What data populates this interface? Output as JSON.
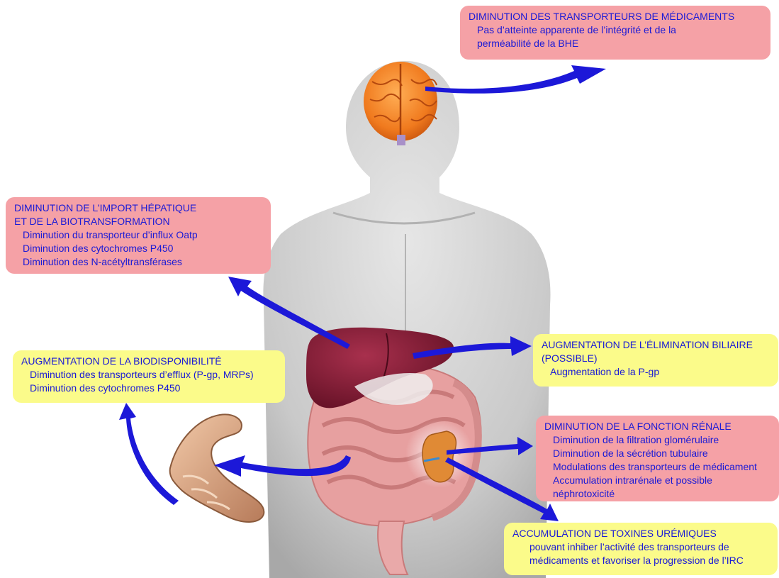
{
  "boxes": {
    "bhe": {
      "title": "DIMINUTION DES TRANSPORTEURS DE MÉDICAMENTS",
      "lines": [
        "Pas d’atteinte apparente de l’intégrité et de la",
        "perméabilité de la BHE"
      ]
    },
    "liver": {
      "title_lines": [
        "DIMINUTION DE L’IMPORT HÉPATIQUE",
        "ET DE LA BIOTRANSFORMATION"
      ],
      "lines": [
        "Diminution du transporteur d’influx Oatp",
        "Diminution des cytochromes P450",
        "Diminution des N-acétyltransférases"
      ]
    },
    "bio": {
      "title": "AUGMENTATION DE LA BIODISPONIBILITÉ",
      "lines": [
        "Diminution des transporteurs d’efflux (P-gp, MRPs)",
        "Diminution des cytochromes P450"
      ]
    },
    "biliary": {
      "title_lines": [
        "AUGMENTATION DE L’ÉLIMINATION BILIAIRE",
        "(POSSIBLE)"
      ],
      "lines": [
        "Augmentation de la P-gp"
      ]
    },
    "renal": {
      "title": "DIMINUTION DE LA FONCTION RÉNALE",
      "lines": [
        "Diminution de la filtration glomérulaire",
        "Diminution de la sécrétion tubulaire",
        "Modulations des transporteurs de médicament",
        "Accumulation intrarénale et possible",
        "néphrotoxicité"
      ]
    },
    "toxins": {
      "title": "ACCUMULATION DE TOXINES URÉMIQUES",
      "lines": [
        "pouvant inhiber l’activité des transporteurs de",
        "médicaments et favoriser la progression de l’IRC"
      ]
    }
  },
  "colors": {
    "pink_box": "#f5a1a6",
    "yellow_box": "#fbfb8a",
    "text": "#1a1ad6",
    "arrow": "#1c18d8",
    "brain": "#f07a1e",
    "liver": "#7a1530",
    "intestine": "#e8a2a2",
    "body": "#c8c8c8"
  },
  "icons": [
    "human-torso-silhouette",
    "brain-icon",
    "liver-icon",
    "intestine-icon",
    "kidney-icon",
    "intestine-segment-icon"
  ]
}
